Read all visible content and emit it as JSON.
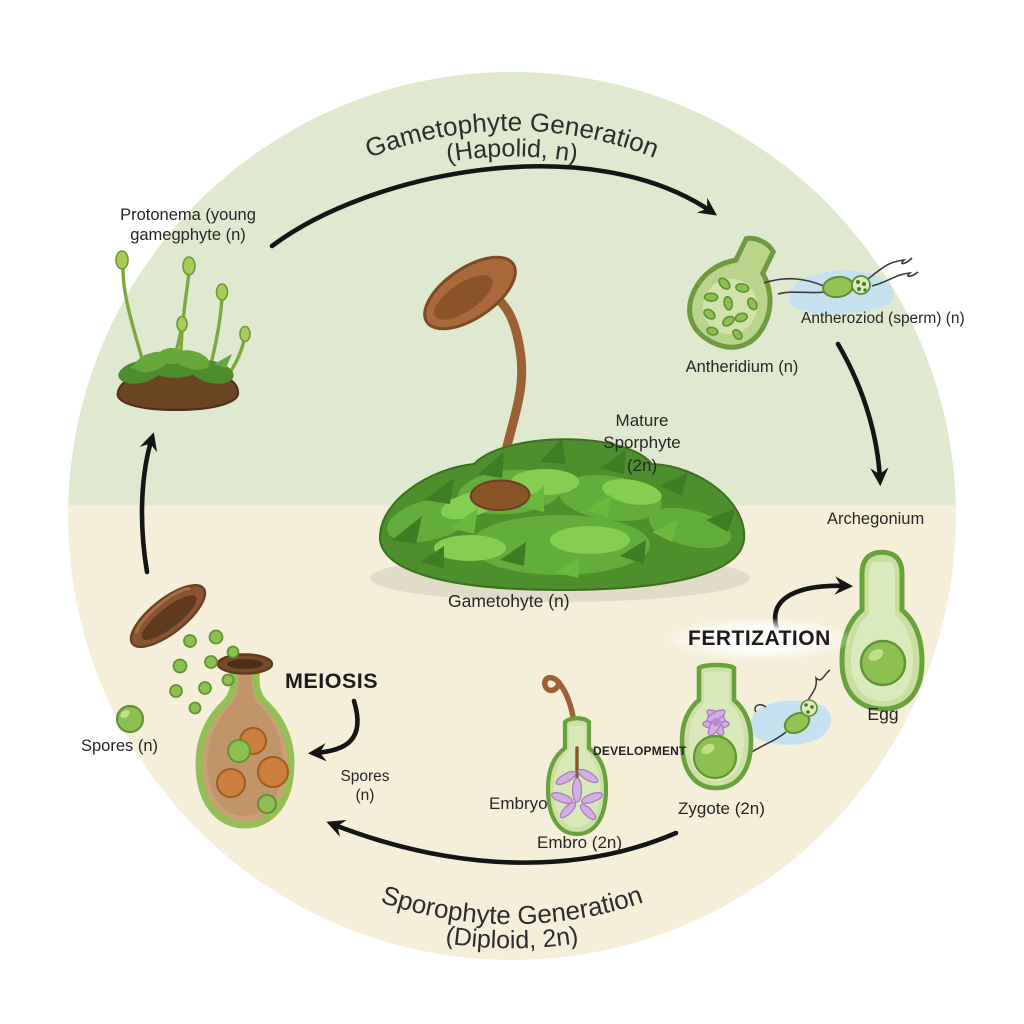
{
  "diagram": {
    "top_arc": {
      "line1": "Gametophyte Generation",
      "line2": "(Hapolid, n)"
    },
    "bottom_arc": {
      "line1": "Sporophyte Generation",
      "line2": "(Diploid, 2n)"
    },
    "labels": {
      "protonema_line1": "Protonema (young",
      "protonema_line2": "gamegphyte (n)",
      "antheridium": "Antheridium (n)",
      "antherozoid": "Antheroziod (sperm) (n)",
      "archegonium": "Archegonium",
      "egg": "Egg",
      "mature_line1": "Mature",
      "mature_line2": "Sporphyte",
      "mature_line3": "(2n)",
      "gametophyte": "Gametohyte (n)",
      "fertilization": "FERTIZATION",
      "zygote": "Zygote (2n)",
      "development": "DEVELOPMENT",
      "embryo": "Embryo",
      "embryo_below": "Embro (2n)",
      "meiosis": "MEIOSIS",
      "spores_right_line1": "Spores",
      "spores_right_line2": "(n)",
      "spores_left": "Spores (n)"
    },
    "colors": {
      "gametophyte_half": "#dfe9d0",
      "sporophyte_half": "#f5efda",
      "arrow": "#151515",
      "text": "#262626",
      "moss_green_dark": "#3f7d24",
      "moss_green": "#5fa636",
      "moss_green_light": "#84cf52",
      "structure_green_fill": "#cde0a5",
      "structure_green_stroke": "#69a13c",
      "spore_green": "#8cc152",
      "capsule_brown": "#9c6035",
      "soil_brown": "#6b4423",
      "spore_orange": "#cc7f3e",
      "embryo_purple": "#d4aee2",
      "water_blue": "#c6e2f0"
    }
  }
}
